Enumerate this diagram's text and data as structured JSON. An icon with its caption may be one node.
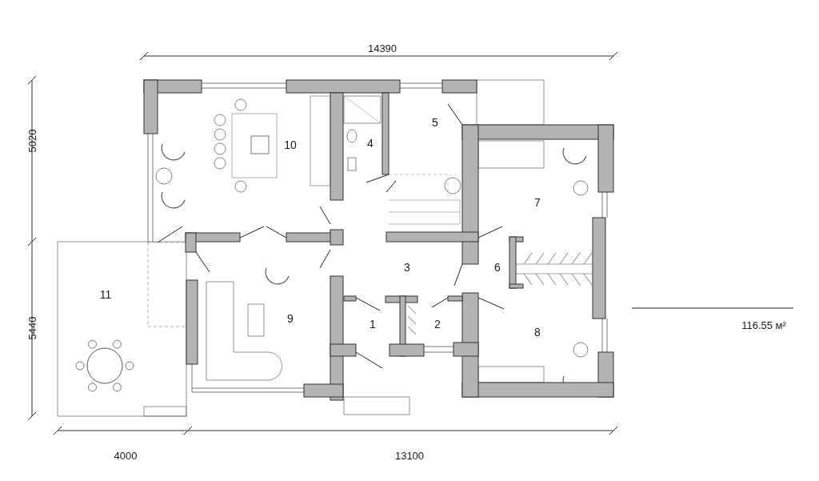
{
  "diagram": {
    "labels": [
      "14390",
      "5020",
      "5",
      "10",
      "4",
      "7",
      "3",
      "6",
      "11",
      "9",
      "1",
      "2",
      "116.55 м²",
      "5440",
      "8",
      "4000",
      "13100"
    ]
  }
}
